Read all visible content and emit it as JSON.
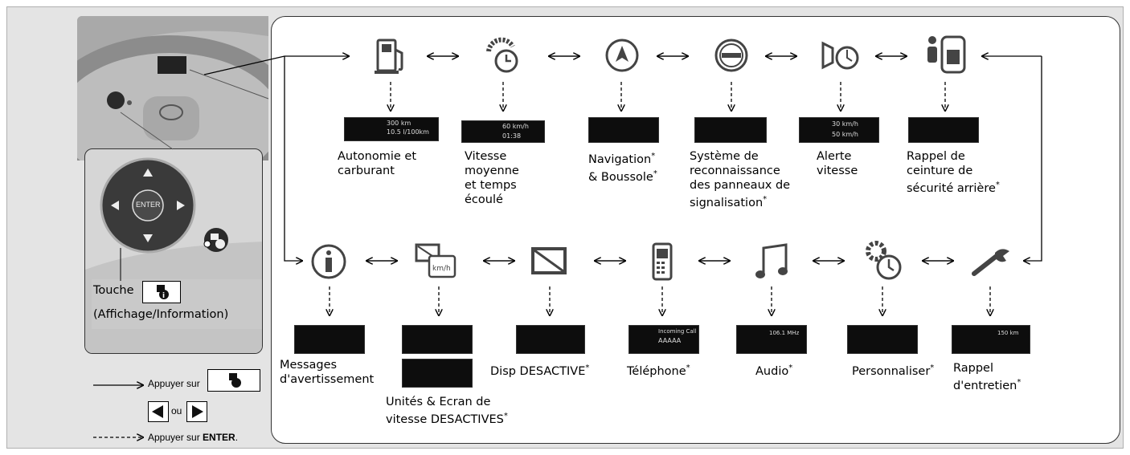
{
  "controls": {
    "touche_label": "Touche",
    "touche_caption": "(Affichage/Information)",
    "enter_label": "ENTER"
  },
  "legend": {
    "press_prefix": "Appuyer sur",
    "or_text": "ou",
    "press_enter_prefix": "Appuyer sur",
    "press_enter_key": "ENTER",
    "press_enter_suffix": "."
  },
  "top_row": [
    {
      "icon": "fuel-pump-icon",
      "label": "Autonomie et\ncarburant",
      "asterisk": false
    },
    {
      "icon": "average-speed-timer-icon",
      "label": "Vitesse\nmoyenne\net temps\nécoulé",
      "asterisk": false
    },
    {
      "icon": "navigation-compass-icon",
      "label": "Navigation* & Boussole*",
      "asterisk": false
    },
    {
      "icon": "traffic-sign-recognition-icon",
      "label": "Système de\nreconnaissance\ndes panneaux de\nsignalisation",
      "asterisk": true
    },
    {
      "icon": "speed-alert-icon",
      "label": "Alerte\nvitesse",
      "asterisk": false
    },
    {
      "icon": "rear-seatbelt-reminder-icon",
      "label": "Rappel de\nceinture de\nsécurité arrière",
      "asterisk": true
    }
  ],
  "bottom_row": [
    {
      "icon": "info-icon",
      "label": "Messages\nd'avertissement",
      "asterisk": false
    },
    {
      "icon": "units-speed-display-icon",
      "label": "Unités & Ecran de\nvitesse DESACTIVES",
      "asterisk": true
    },
    {
      "icon": "display-off-icon",
      "label": "Disp DESACTIVE",
      "asterisk": true
    },
    {
      "icon": "phone-icon",
      "label": "Téléphone",
      "asterisk": true
    },
    {
      "icon": "music-note-icon",
      "label": "Audio",
      "asterisk": true
    },
    {
      "icon": "customize-settings-icon",
      "label": "Personnaliser",
      "asterisk": true
    },
    {
      "icon": "wrench-icon",
      "label": "Rappel\nd'entretien",
      "asterisk": true
    }
  ],
  "screens": {
    "range_fuel": [
      "300 km",
      "10.5 l/100km"
    ],
    "avg_speed": [
      "60 km/h",
      "01:38"
    ],
    "speed_alert": [
      "30 km/h",
      "50 km/h"
    ],
    "phone": [
      "Incoming Call",
      "AAAAA"
    ],
    "audio": [
      "106.1 MHz"
    ],
    "maintenance": [
      "150 km"
    ]
  },
  "colors": {
    "background": "#e4e4e4",
    "panel": "#ffffff",
    "screen": "#0d0d0d"
  }
}
